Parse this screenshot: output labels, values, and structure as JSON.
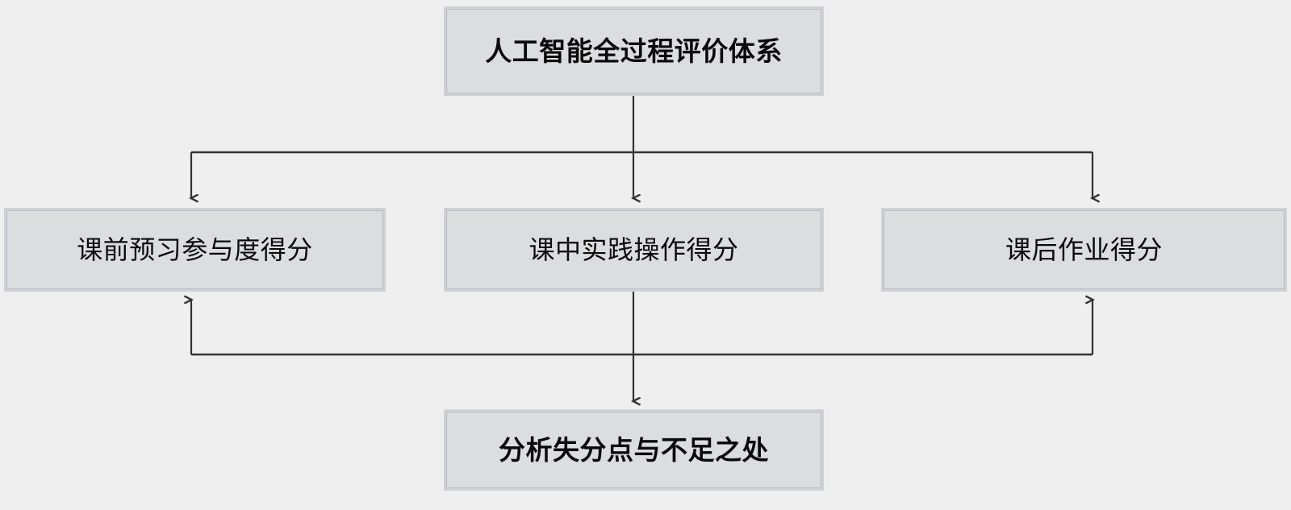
{
  "diagram": {
    "title_node": {
      "id": "root",
      "label": "人工智能全过程评价体系",
      "emphasis": "bold"
    },
    "branch_nodes": [
      {
        "id": "pre-class",
        "label": "课前预习参与度得分",
        "emphasis": "normal"
      },
      {
        "id": "in-class",
        "label": "课中实践操作得分",
        "emphasis": "normal"
      },
      {
        "id": "post-class",
        "label": "课后作业得分",
        "emphasis": "normal"
      }
    ],
    "outcome_node": {
      "id": "analysis",
      "label": "分析失分点与不足之处",
      "emphasis": "bold"
    },
    "colors": {
      "background": "#efefef",
      "node_fill": "#dcdddf",
      "node_border": "#b9bcc2",
      "node_outer_border": "#cfd1d4",
      "connector": "#333333",
      "text": "#0a0a0a"
    }
  }
}
